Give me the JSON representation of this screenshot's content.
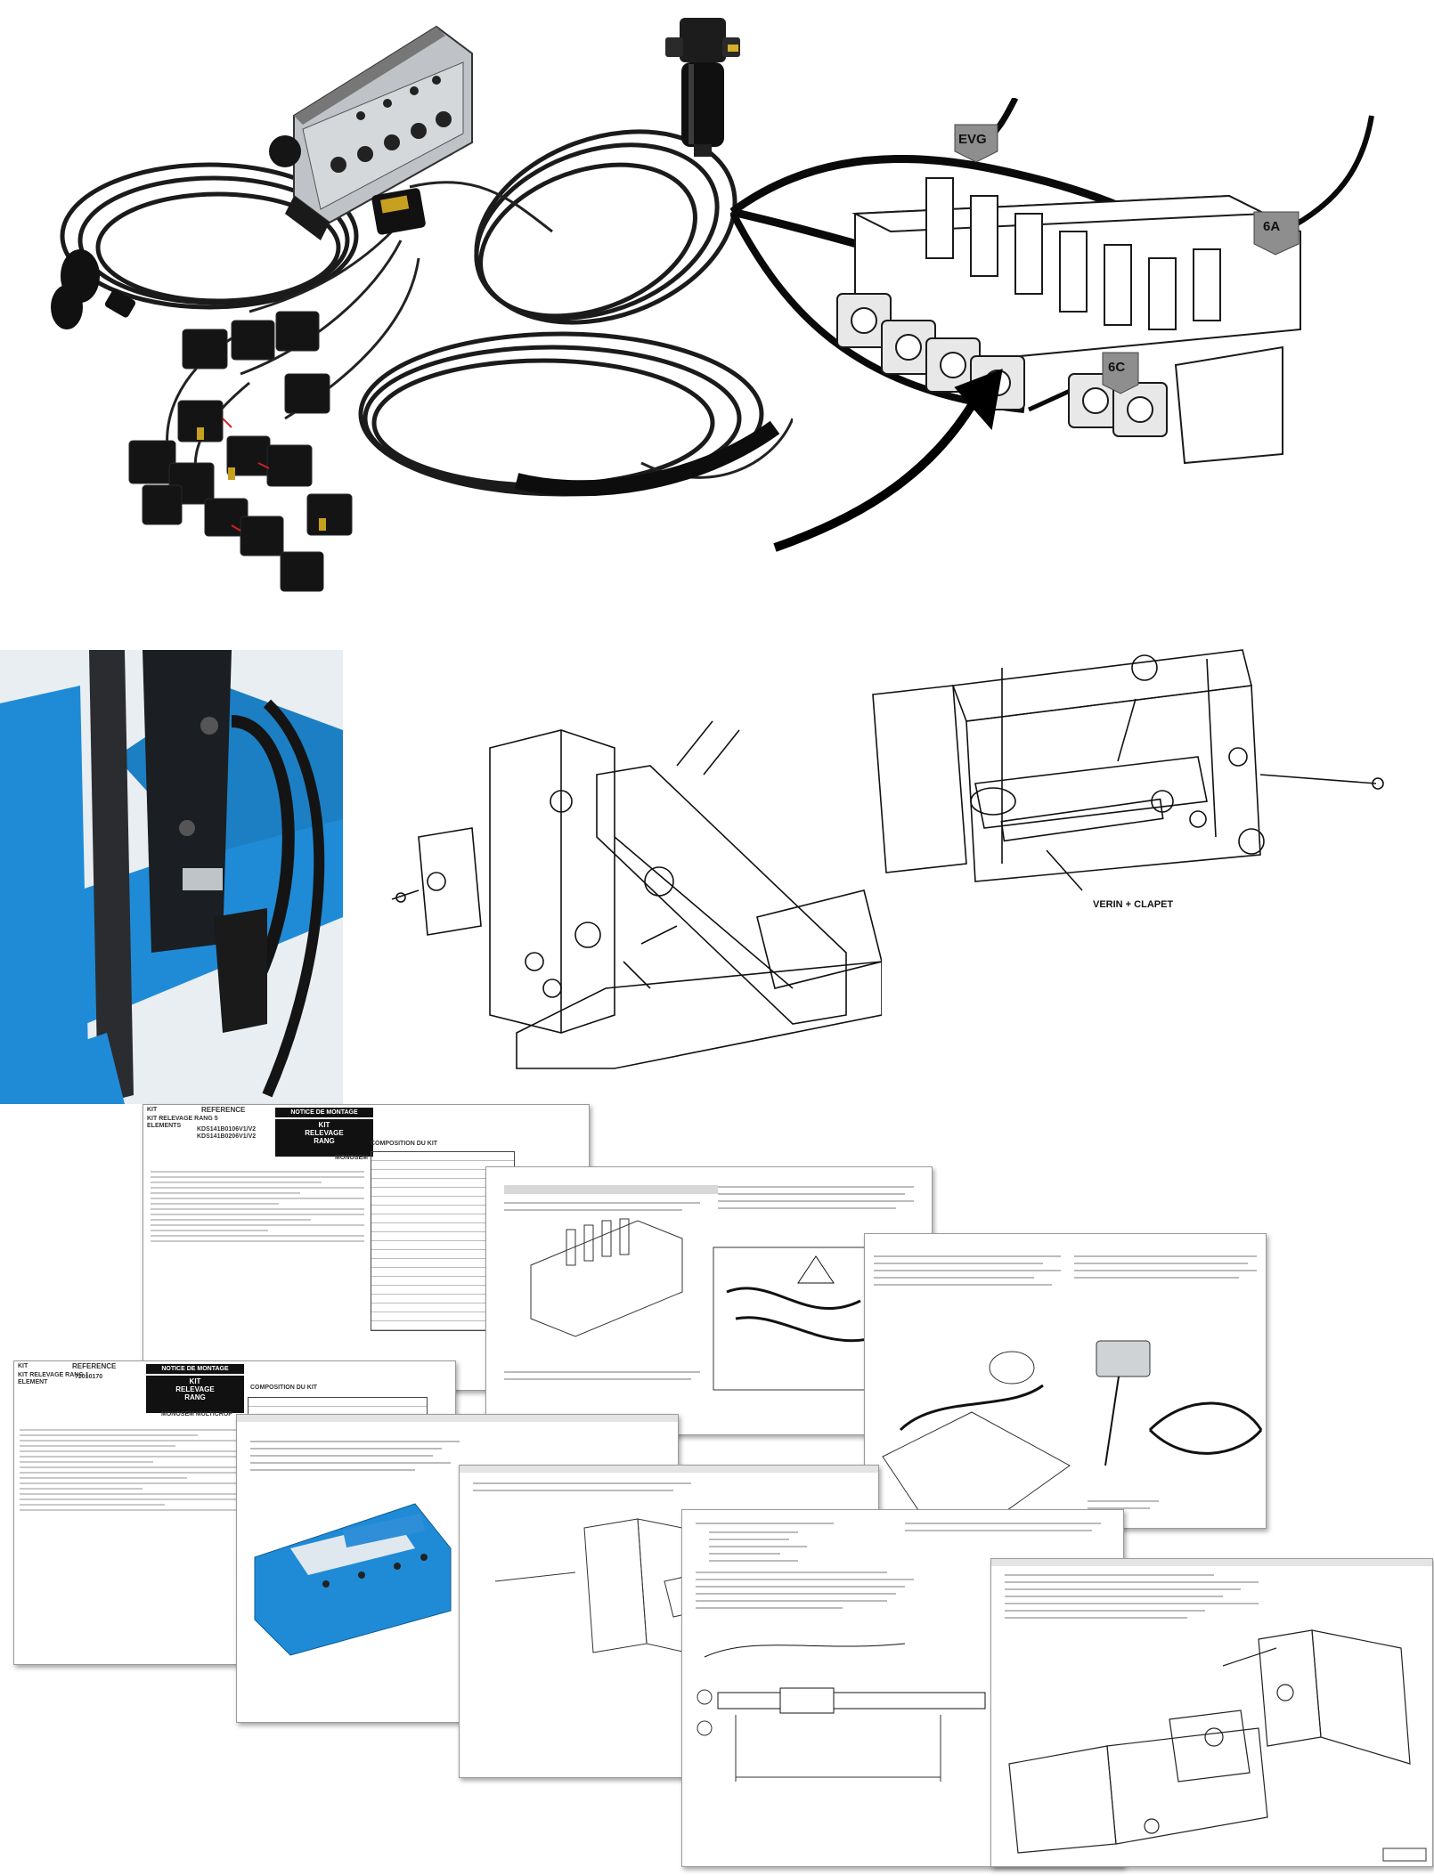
{
  "valve_labels": {
    "evg": "EVG",
    "sixA": "6A",
    "sixC": "6C"
  },
  "cylinder_label": "VERIN + CLAPET",
  "control_box_label": "",
  "documents": {
    "doc1": {
      "kit": "KIT",
      "reference": "REFERENCE",
      "notice": "NOTICE DE MONTAGE",
      "title": "KIT\nRELEVAGE\nRANG",
      "kit_name": "KIT RELEVAGE RANG 5 ELEMENTS",
      "refs": "KDS141B0106V1/V2\nKDS141B0206V1/V2",
      "mono": "MONOSEM",
      "composition": "COMPOSITION DU KIT"
    },
    "doc2": {
      "kit": "KIT",
      "reference": "REFERENCE",
      "notice": "NOTICE DE MONTAGE",
      "title": "KIT\nRELEVAGE\nRANG",
      "kit_name": "KIT RELEVAGE RANG 1 ELEMENT",
      "refs": "72010170",
      "mono": "MONOSEM MULTICROP",
      "composition": "COMPOSITION DU KIT"
    }
  },
  "colors": {
    "blue": "#1f8bd6",
    "dark": "#1a1a1a",
    "steel": "#8d9298"
  }
}
